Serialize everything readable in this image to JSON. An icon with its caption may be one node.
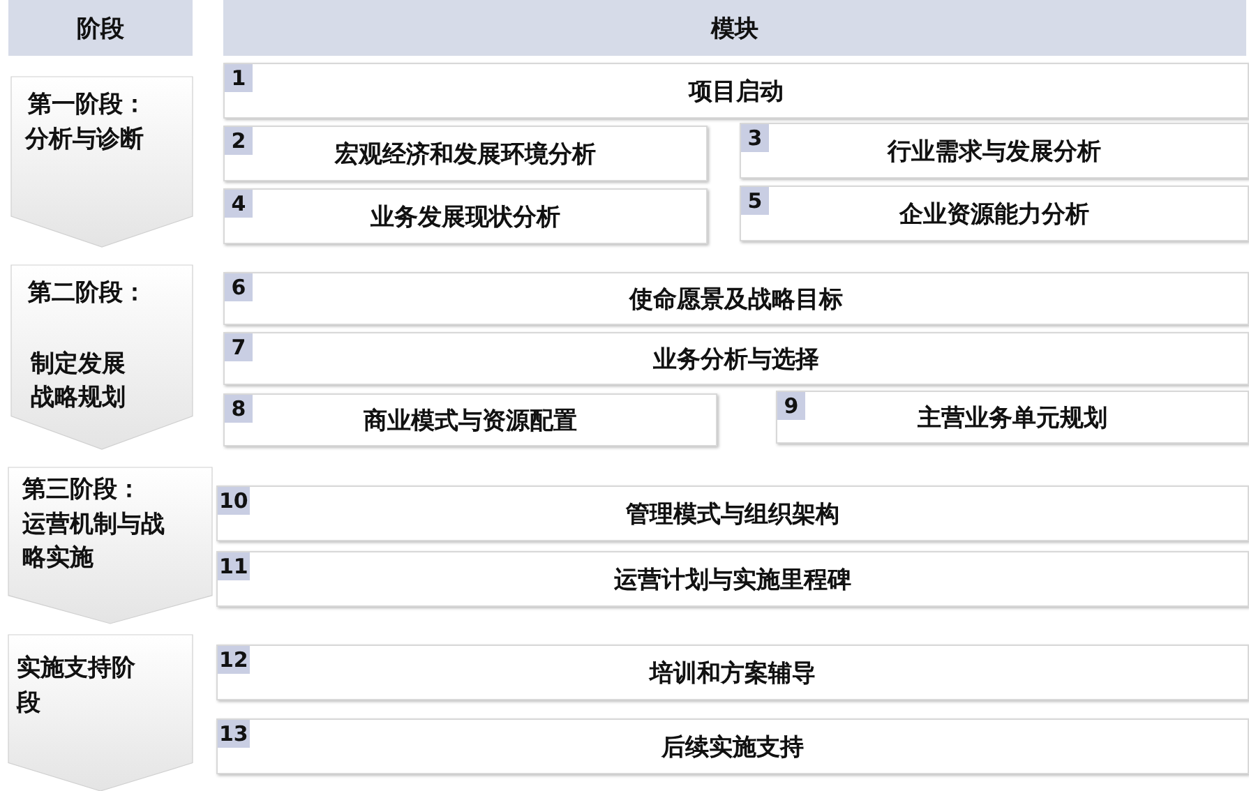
{
  "diagram": {
    "nodes": [
      {
        "text": [
          "阶段"
        ]
      },
      {
        "text": [
          "模块"
        ]
      },
      {
        "text": [
          "第一阶段：",
          "分析与诊断"
        ]
      },
      {
        "text": [
          "第二阶段：",
          "制定发展战略规划"
        ]
      },
      {
        "text": [
          "第三阶段：",
          "运营机制与战略实施"
        ]
      },
      {
        "text": [
          "实施支持阶段"
        ]
      },
      {
        "text": [
          "1",
          "项目启动"
        ]
      },
      {
        "text": [
          "2",
          "宏观经济和发展环境分析"
        ]
      },
      {
        "text": [
          "3",
          "行业需求与发展分析"
        ]
      },
      {
        "text": [
          "4",
          "业务发展现状分析"
        ]
      },
      {
        "text": [
          "5",
          "企业资源能力分析"
        ]
      },
      {
        "text": [
          "6",
          "使命愿景及战略目标"
        ]
      },
      {
        "text": [
          "7",
          "业务分析与选择"
        ]
      },
      {
        "text": [
          "8",
          "商业模式与资源配置"
        ]
      },
      {
        "text": [
          "9",
          "主营业务单元规划"
        ]
      },
      {
        "text": [
          "10",
          "管理模式与组织架构"
        ]
      },
      {
        "text": [
          "11",
          "运营计划与实施里程碑"
        ]
      },
      {
        "text": [
          "12",
          "培训和方案辅导"
        ]
      },
      {
        "text": [
          "13",
          "后续实施支持"
        ]
      }
    ]
  }
}
